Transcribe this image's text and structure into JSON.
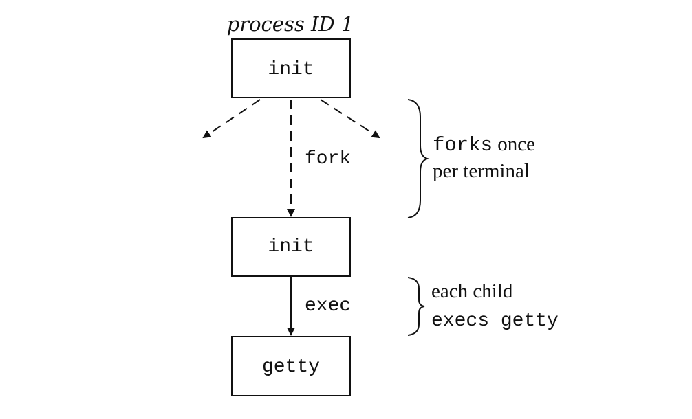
{
  "diagram": {
    "top_caption": "process ID 1",
    "nodes": {
      "init_parent": "init",
      "init_child": "init",
      "getty": "getty"
    },
    "edges": {
      "fork_label": "fork",
      "exec_label": "exec"
    },
    "annotations": {
      "forks_line1_mono": "forks",
      "forks_line1_rest": " once",
      "forks_line2": "per terminal",
      "child_line1": "each child",
      "child_line2_prefix": "execs ",
      "child_line2_mono": "getty"
    }
  }
}
